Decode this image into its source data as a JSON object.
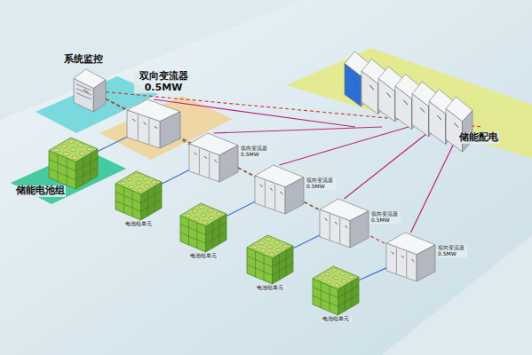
{
  "diagram": {
    "nodes": [
      {
        "text": [
          "系统监控"
        ]
      },
      {
        "text": [
          "双向变流器 0.5MW"
        ]
      },
      {
        "text": [
          "储能电池组"
        ]
      },
      {
        "text": [
          "储能配电"
        ]
      },
      {
        "text": [
          "双向变流器 0.5MW"
        ]
      },
      {
        "text": [
          "双向变流器 0.5MW"
        ]
      },
      {
        "text": [
          "双向变流器 0.5MW"
        ]
      },
      {
        "text": [
          "双向变流器 0.5MW"
        ]
      },
      {
        "text": [
          "电池组单元"
        ]
      },
      {
        "text": [
          "电池组单元"
        ]
      },
      {
        "text": [
          "电池组单元"
        ]
      },
      {
        "text": [
          "电池组单元"
        ]
      }
    ],
    "edges": [
      {
        "from": 2,
        "to": 1,
        "arrow": "none"
      },
      {
        "from": 8,
        "to": 4,
        "arrow": "none"
      },
      {
        "from": 9,
        "to": 5,
        "arrow": "none"
      },
      {
        "from": 10,
        "to": 6,
        "arrow": "none"
      },
      {
        "from": 11,
        "to": 7,
        "arrow": "none"
      },
      {
        "from": 1,
        "to": 3,
        "arrow": "none"
      },
      {
        "from": 4,
        "to": 3,
        "arrow": "none"
      },
      {
        "from": 5,
        "to": 3,
        "arrow": "none"
      },
      {
        "from": 6,
        "to": 3,
        "arrow": "none"
      },
      {
        "from": 7,
        "to": 3,
        "arrow": "none"
      },
      {
        "from": 0,
        "to": 1,
        "arrow": "none"
      },
      {
        "from": 0,
        "to": 4,
        "arrow": "none"
      },
      {
        "from": 0,
        "to": 5,
        "arrow": "none"
      },
      {
        "from": 0,
        "to": 6,
        "arrow": "none"
      },
      {
        "from": 0,
        "to": 7,
        "arrow": "none"
      },
      {
        "from": 0,
        "to": 3,
        "arrow": "none"
      }
    ]
  }
}
